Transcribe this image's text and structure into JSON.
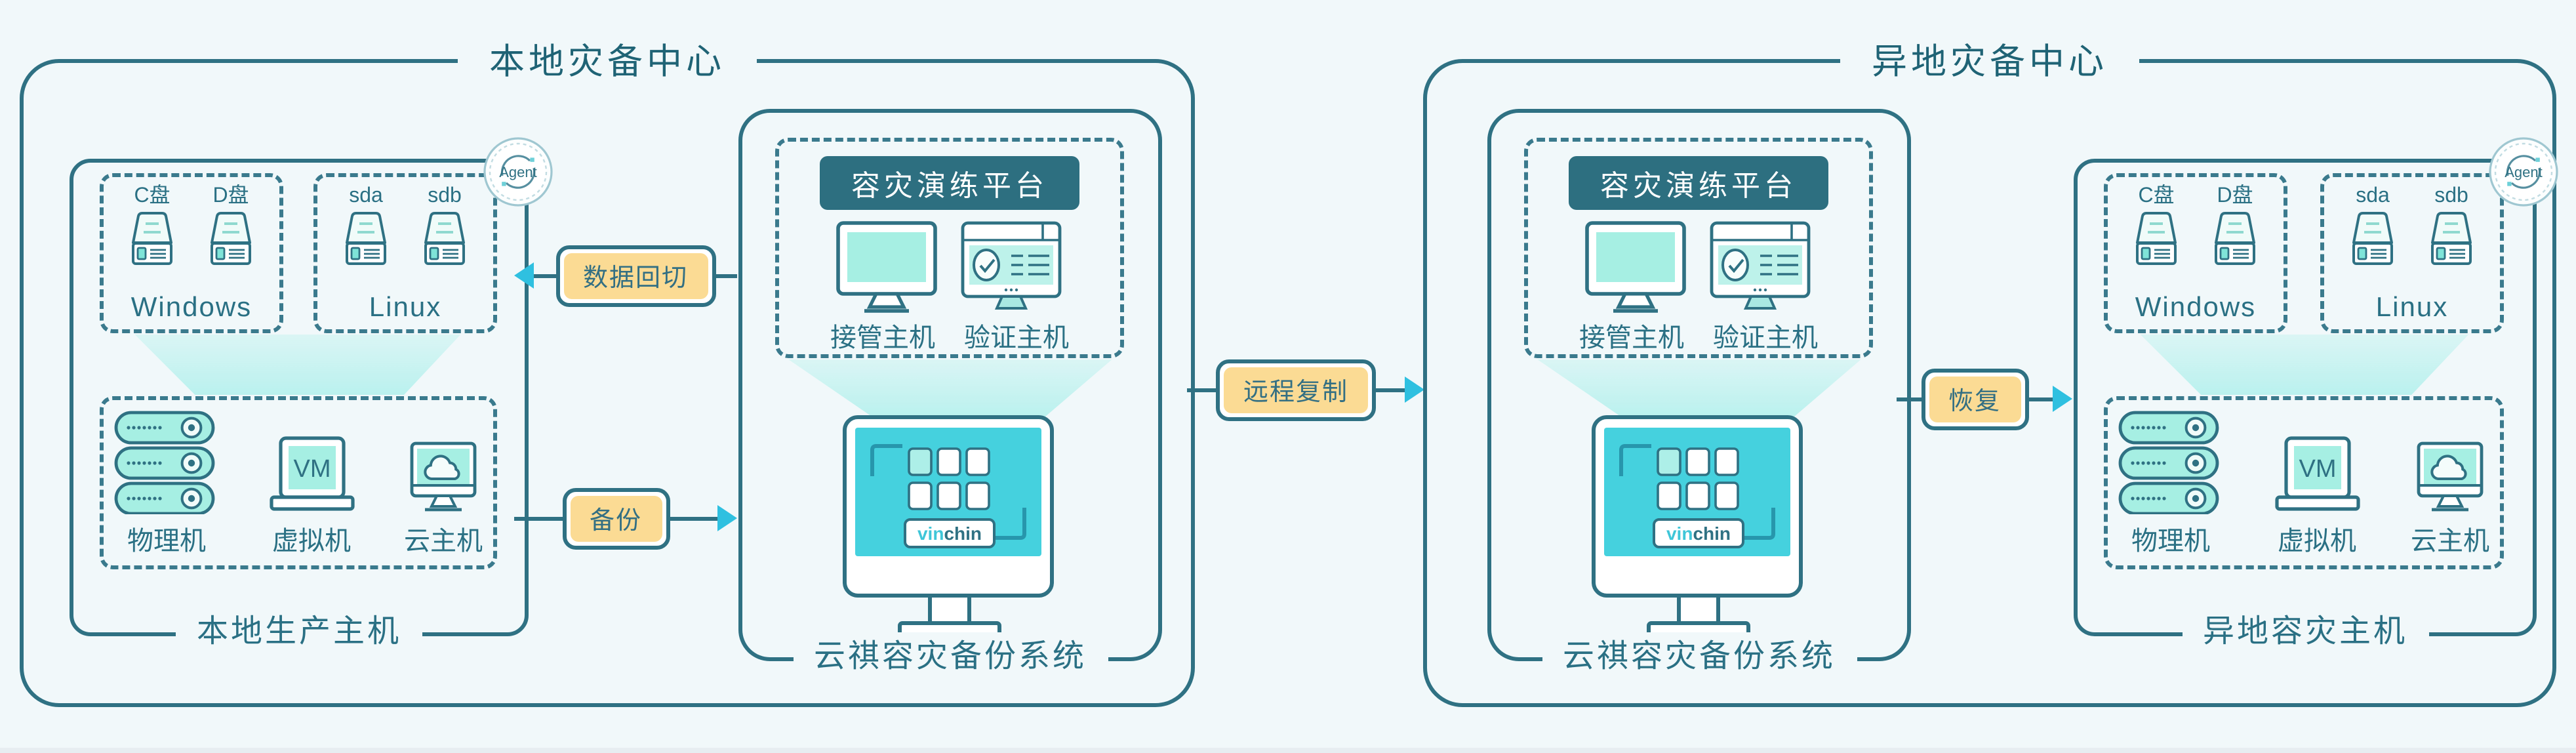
{
  "colors": {
    "background": "#F1F8FA",
    "outline": "#2F7183",
    "label_text": "#2A7084",
    "platform_header_bg": "#2D6F80",
    "platform_header_text": "#FFFFFF",
    "flow_badge_fill": "#FBDB94",
    "flow_arrow": "#2FC0E0",
    "icon_mint": "#A6EFE3",
    "appliance_screen": "#45D1DE"
  },
  "flows": {
    "failback": "数据回切",
    "backup": "备份",
    "remote_replication": "远程复制",
    "restore": "恢复"
  },
  "left_center": {
    "title": "本地灾备中心",
    "production_hosts": {
      "label": "本地生产主机",
      "agent_badge": "Agent",
      "windows_group": {
        "disks": [
          "C盘",
          "D盘"
        ],
        "os_label": "Windows"
      },
      "linux_group": {
        "disks": [
          "sda",
          "sdb"
        ],
        "os_label": "Linux"
      },
      "host_types": [
        {
          "label": "物理机"
        },
        {
          "label": "虚拟机",
          "screen_text": "VM"
        },
        {
          "label": "云主机"
        }
      ]
    },
    "backup_system": {
      "label": "云祺容灾备份系统",
      "drill_platform": {
        "header": "容灾演练平台",
        "monitors": [
          {
            "label": "接管主机"
          },
          {
            "label": "验证主机"
          }
        ]
      },
      "appliance": {
        "logo_part1": "vin",
        "logo_part2": "chin"
      }
    }
  },
  "right_center": {
    "title": "异地灾备中心",
    "backup_system": {
      "label": "云祺容灾备份系统",
      "drill_platform": {
        "header": "容灾演练平台",
        "monitors": [
          {
            "label": "接管主机"
          },
          {
            "label": "验证主机"
          }
        ]
      },
      "appliance": {
        "logo_part1": "vin",
        "logo_part2": "chin"
      }
    },
    "dr_hosts": {
      "label": "异地容灾主机",
      "agent_badge": "Agent",
      "windows_group": {
        "disks": [
          "C盘",
          "D盘"
        ],
        "os_label": "Windows"
      },
      "linux_group": {
        "disks": [
          "sda",
          "sdb"
        ],
        "os_label": "Linux"
      },
      "host_types": [
        {
          "label": "物理机"
        },
        {
          "label": "虚拟机",
          "screen_text": "VM"
        },
        {
          "label": "云主机"
        }
      ]
    }
  }
}
